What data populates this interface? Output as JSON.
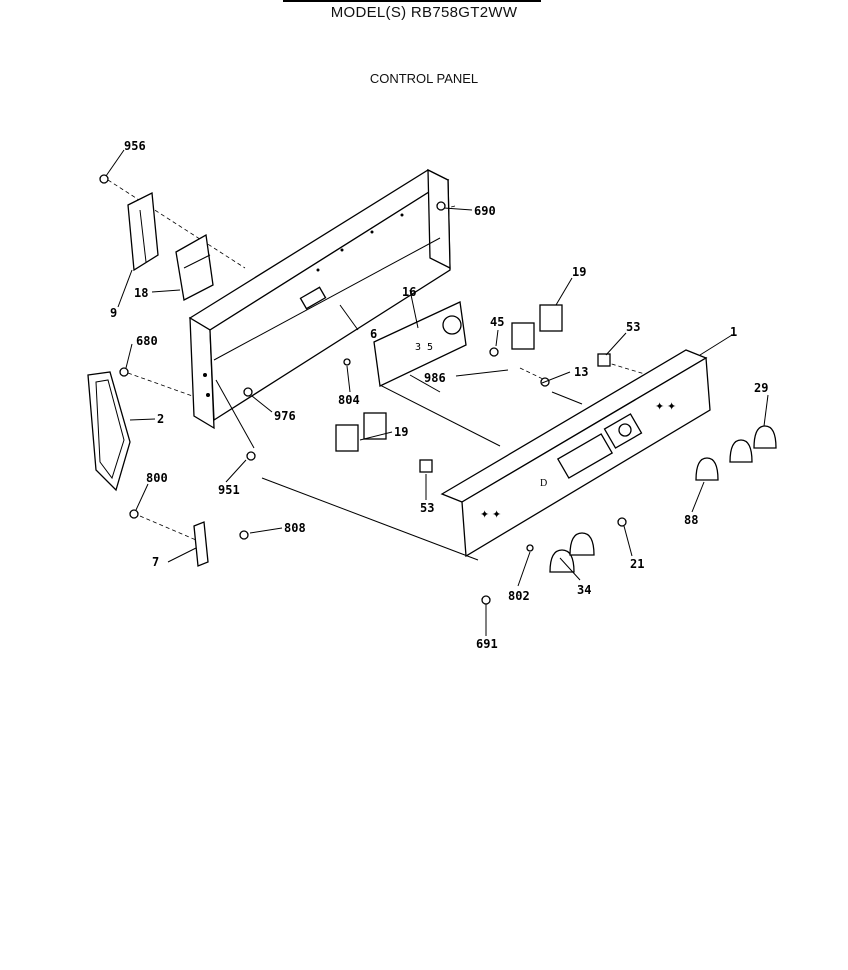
{
  "header": {
    "model": "MODEL(S) RB758GT2WW",
    "section": "CONTROL PANEL"
  },
  "callouts": [
    "956",
    "9",
    "18",
    "690",
    "6",
    "16",
    "19",
    "45",
    "53",
    "1",
    "680",
    "2",
    "976",
    "804",
    "986",
    "13",
    "29",
    "951",
    "19",
    "53",
    "800",
    "808",
    "7",
    "802",
    "34",
    "21",
    "88",
    "691"
  ]
}
